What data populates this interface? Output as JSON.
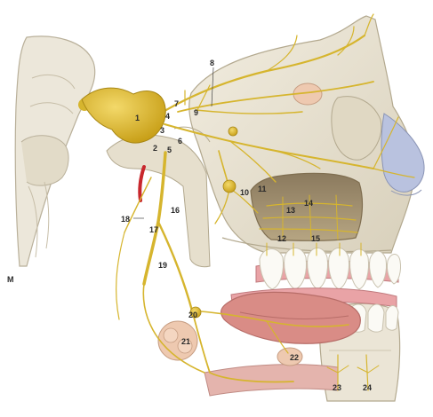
{
  "figure": {
    "corner_mark": "M",
    "labels": [
      "1",
      "2",
      "3",
      "4",
      "5",
      "6",
      "7",
      "8",
      "9",
      "10",
      "11",
      "12",
      "13",
      "14",
      "15",
      "16",
      "17",
      "18",
      "19",
      "20",
      "21",
      "22",
      "23",
      "24"
    ]
  },
  "colors": {
    "nerve": "#e0c03a",
    "nerve_dark": "#b8971a",
    "bone": "#eae4d4",
    "bone_shade": "#cfc7b2",
    "gum": "#e9a3a6",
    "tongue": "#d98c86",
    "tooth": "#fbfaf5",
    "cartilage": "#b9c2df",
    "gland": "#eec9b0",
    "artery": "#c8272d"
  }
}
